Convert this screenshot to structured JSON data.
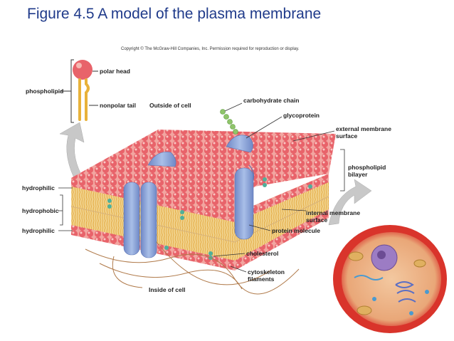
{
  "title": "Figure 4.5 A model of the plasma membrane",
  "copyright": "Copyright © The McGraw-Hill Companies, Inc. Permission required for reproduction or display.",
  "labels": {
    "polar_head": "polar head",
    "phospholipid": "phospholipid",
    "nonpolar_tail": "nonpolar tail",
    "outside_of_cell": "Outside of cell",
    "carbohydrate_chain": "carbohydrate chain",
    "glycoprotein": "glycoprotein",
    "external_membrane_surface_1": "external membrane",
    "external_membrane_surface_2": "surface",
    "phospholipid_bilayer_1": "phospholipid",
    "phospholipid_bilayer_2": "bilayer",
    "hydrophilic_top": "hydrophilic",
    "hydrophobic": "hydrophobic",
    "hydrophilic_bottom": "hydrophilic",
    "internal_membrane_surface_1": "internal membrane",
    "internal_membrane_surface_2": "surface",
    "protein_molecule": "protein molecule",
    "cholesterol": "cholesterol",
    "cytoskeleton_filaments_1": "cytoskeleton",
    "cytoskeleton_filaments_2": "filaments",
    "inside_of_cell": "Inside of cell"
  },
  "colors": {
    "title": "#1f3a8a",
    "phospholipid_head": "#e8636a",
    "tail": "#e8b23a",
    "protein": "#8fa8d8",
    "cholesterol": "#4fb09a",
    "carbohydrate": "#8fc46a",
    "arrow": "#c8c8c8",
    "cell": "#d9342b"
  }
}
